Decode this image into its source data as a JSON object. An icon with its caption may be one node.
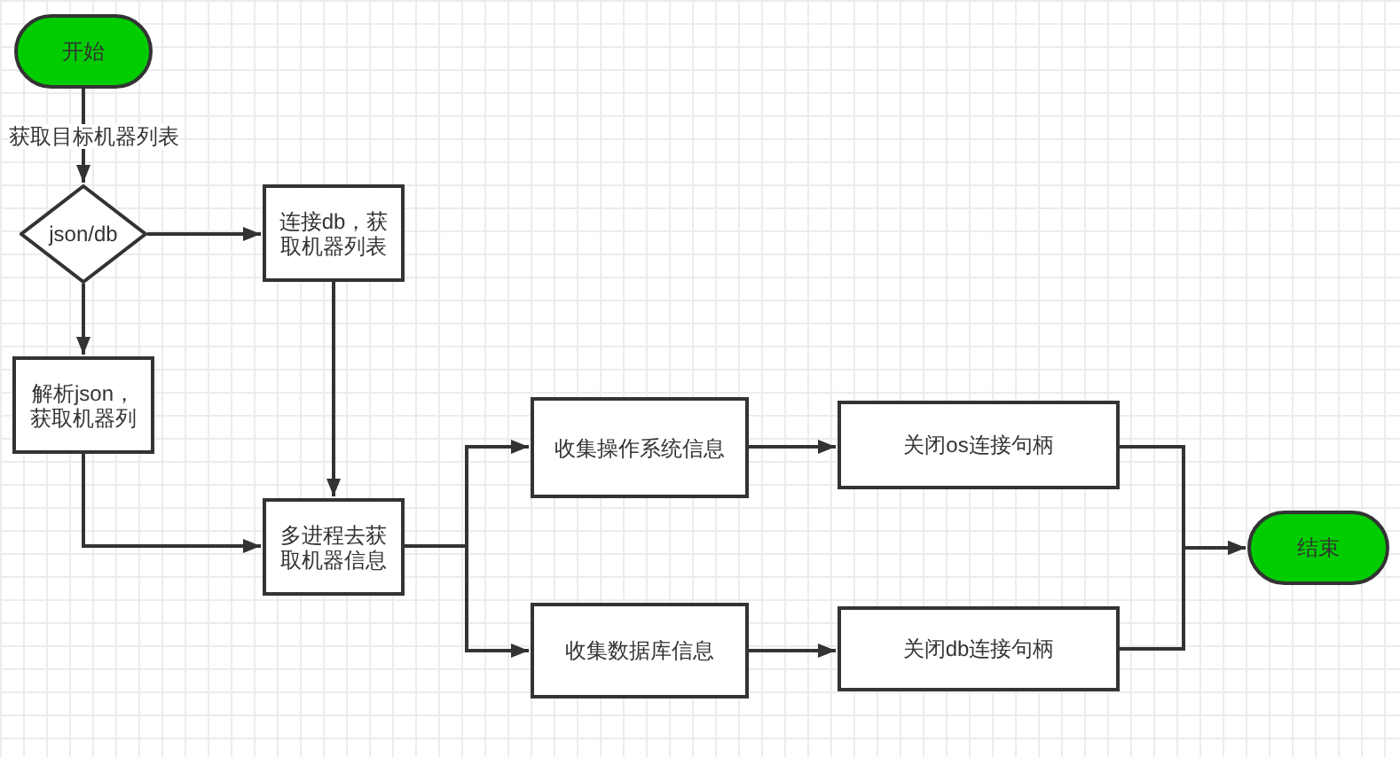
{
  "diagram": {
    "nodes": [
      {
        "text": [
          "开始"
        ]
      },
      {
        "text": [
          "json/db"
        ]
      },
      {
        "text": [
          "连接db，获取机器列表"
        ]
      },
      {
        "text": [
          "解析json，获取机器列"
        ]
      },
      {
        "text": [
          "多进程去获取机器信息"
        ]
      },
      {
        "text": [
          "收集操作系统信息"
        ]
      },
      {
        "text": [
          "收集数据库信息"
        ]
      },
      {
        "text": [
          "关闭os连接句柄"
        ]
      },
      {
        "text": [
          "关闭db连接句柄"
        ]
      },
      {
        "text": [
          "结束"
        ]
      }
    ],
    "edges": [
      {
        "from": 0,
        "to": 1,
        "arrow": "to",
        "label": "获取目标机器列表"
      },
      {
        "from": 1,
        "to": 2,
        "arrow": "to"
      },
      {
        "from": 1,
        "to": 3,
        "arrow": "to"
      },
      {
        "from": 2,
        "to": 4,
        "arrow": "to"
      },
      {
        "from": 3,
        "to": 4,
        "arrow": "to"
      },
      {
        "from": 4,
        "to": 5,
        "arrow": "to"
      },
      {
        "from": 4,
        "to": 6,
        "arrow": "to"
      },
      {
        "from": 5,
        "to": 7,
        "arrow": "to"
      },
      {
        "from": 6,
        "to": 8,
        "arrow": "to"
      },
      {
        "from": 7,
        "to": 9,
        "arrow": "to"
      },
      {
        "from": 8,
        "to": 9,
        "arrow": "to"
      }
    ]
  }
}
